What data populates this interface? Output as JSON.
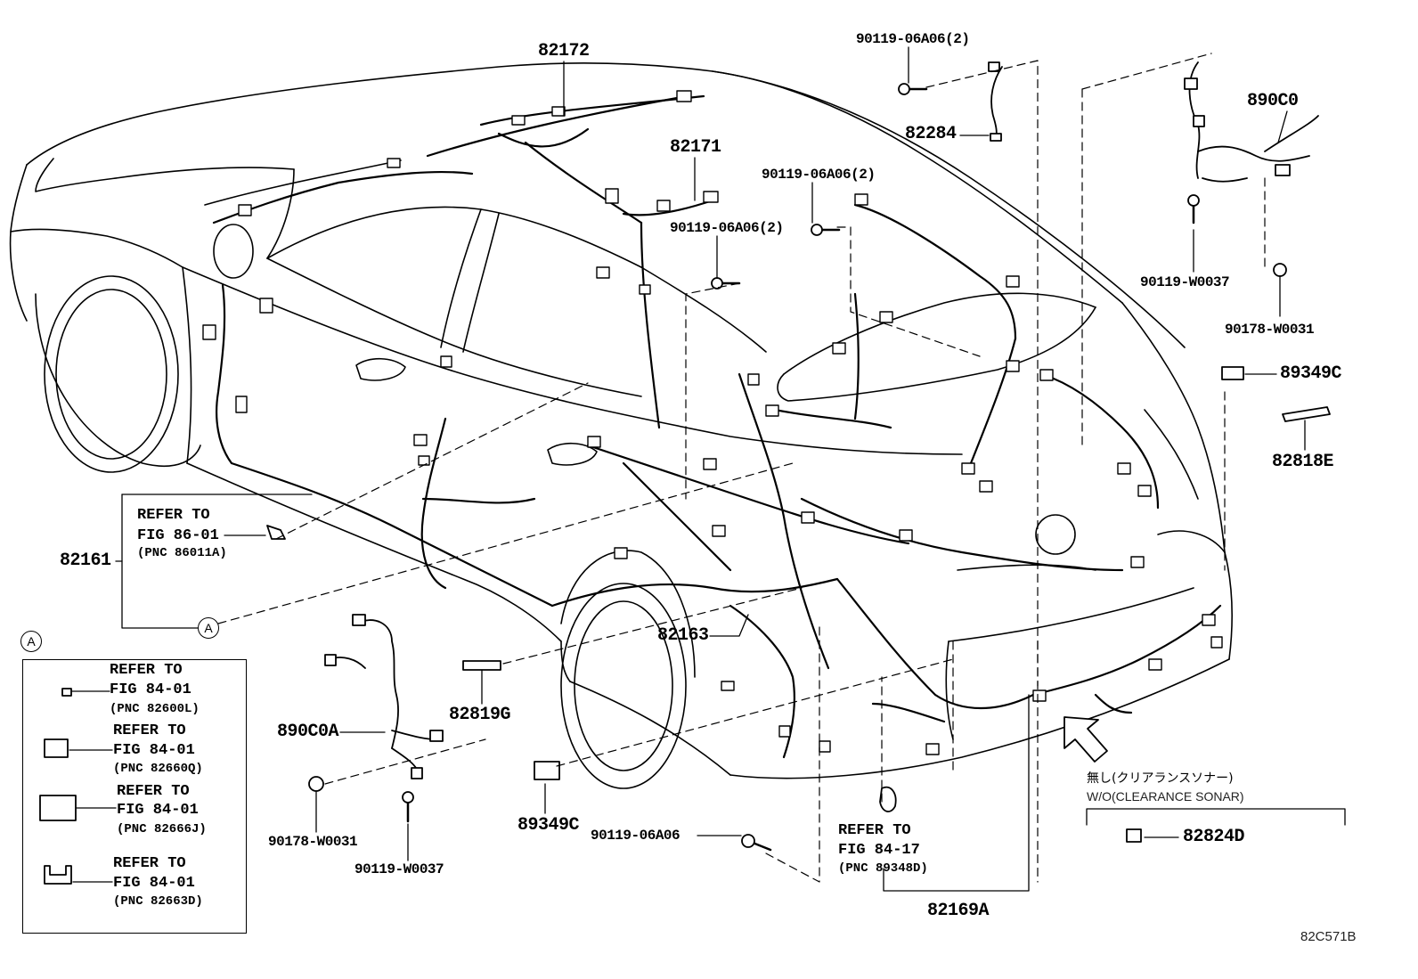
{
  "part_numbers": {
    "p82172": "82172",
    "p82171": "82171",
    "p82284": "82284",
    "p890C0": "890C0",
    "p89349C_right": "89349C",
    "p82818E": "82818E",
    "p82161": "82161",
    "p82163": "82163",
    "p82819G": "82819G",
    "p890C0A": "890C0A",
    "p89349C_bottom": "89349C",
    "p82169A": "82169A",
    "p82824D": "82824D"
  },
  "fasteners": {
    "f_top_center": "90119-06A06(2)",
    "f_mid_1": "90119-06A06(2)",
    "f_mid_2": "90119-06A06(2)",
    "f_right_bolt": "90119-W0037",
    "f_right_clip": "90178-W0031",
    "f_left_clip": "90178-W0031",
    "f_left_bolt": "90119-W0037",
    "f_bottom": "90119-06A06"
  },
  "references": {
    "fig86": {
      "line1": "REFER TO",
      "line2": "FIG 86-01",
      "line3": "(PNC 86011A)"
    },
    "fig84_17": {
      "line1": "REFER TO",
      "line2": "FIG 84-17",
      "line3": "(PNC 89348D)"
    }
  },
  "legend": {
    "marker": "A",
    "items": [
      {
        "line1": "REFER TO",
        "line2": "FIG 84-01",
        "line3": "(PNC 82600L)"
      },
      {
        "line1": "REFER TO",
        "line2": "FIG 84-01",
        "line3": "(PNC 82660Q)"
      },
      {
        "line1": "REFER TO",
        "line2": "FIG 84-01",
        "line3": "(PNC 82666J)"
      },
      {
        "line1": "REFER TO",
        "line2": "FIG 84-01",
        "line3": "(PNC 82663D)"
      }
    ]
  },
  "marker_a": "A",
  "sonar_note": {
    "jp": "無し(クリアランスソナー)",
    "en": "W/O(CLEARANCE SONAR)"
  },
  "figure_id": "82C571B"
}
